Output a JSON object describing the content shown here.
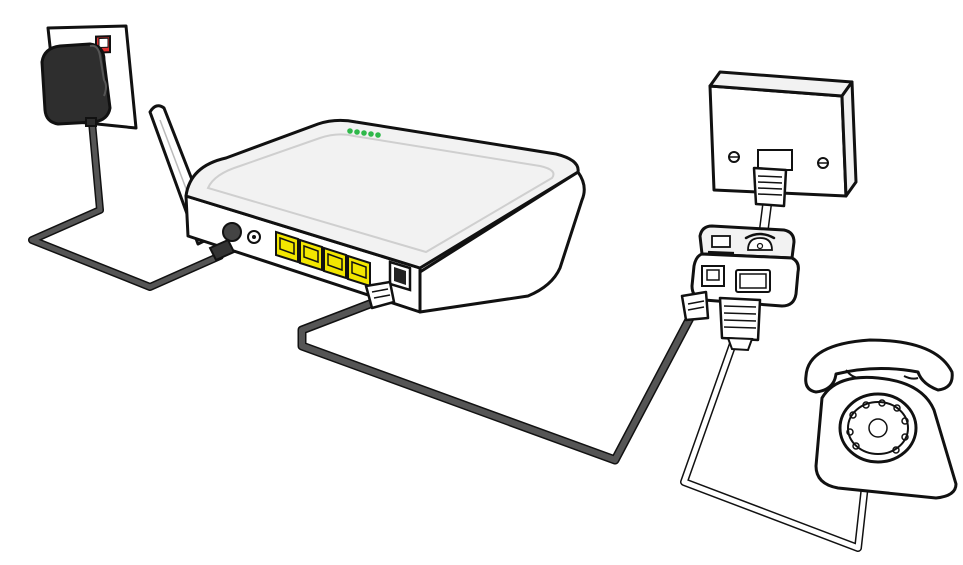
{
  "diagram": {
    "type": "broadband router setup illustration",
    "colors": {
      "background": "#ffffff",
      "outline": "#111111",
      "router_body": "#ffffff",
      "router_top": "#f2f2f2",
      "lan_port": "#f2e600",
      "power_adapter": "#2e2e2e",
      "dark_cable": "#555555",
      "phone_cable": "#ffffff",
      "status_led": "#2fb84a",
      "wall_switch": "#e03131"
    },
    "components": [
      {
        "id": "wall-socket",
        "icon": "power-socket-icon"
      },
      {
        "id": "power-adapter",
        "icon": "plug-adapter-icon"
      },
      {
        "id": "router",
        "icon": "router-icon",
        "lan_ports": 4,
        "status_leds": 5
      },
      {
        "id": "antenna",
        "icon": "antenna-icon"
      },
      {
        "id": "phone-wall-socket",
        "icon": "phone-socket-icon"
      },
      {
        "id": "microfilter",
        "icon": "adsl-filter-icon",
        "ports": [
          "computer-icon",
          "telephone-icon"
        ]
      },
      {
        "id": "telephone",
        "icon": "rotary-phone-icon"
      }
    ],
    "connections": [
      {
        "from": "power-adapter",
        "to": "router",
        "cable": "power"
      },
      {
        "from": "router",
        "to": "microfilter",
        "cable": "dsl"
      },
      {
        "from": "phone-wall-socket",
        "to": "microfilter",
        "cable": "phone-line"
      },
      {
        "from": "microfilter",
        "to": "telephone",
        "cable": "phone-line"
      }
    ]
  }
}
